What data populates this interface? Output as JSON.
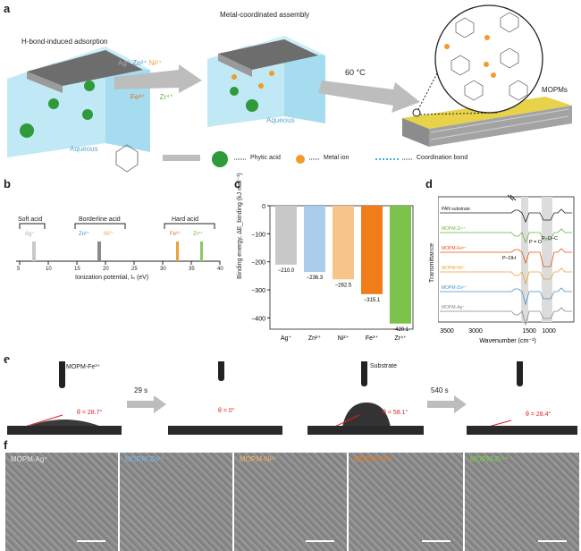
{
  "panel_a": {
    "label": "a",
    "step1_title": "H-bond-induced adsorption",
    "step2_title": "Metal-coordinated assembly",
    "aqueous_1": "Aqueous",
    "aqueous_2": "Aqueous",
    "ions_top": [
      "Ag⁺",
      "Zn²⁺",
      "Ni²⁺"
    ],
    "ions_bottom": [
      "Fe³⁺",
      "Zr⁴⁺"
    ],
    "ion_colors": {
      "Ag⁺": "#a9a9a9",
      "Zn²⁺": "#4a90c8",
      "Ni²⁺": "#e8a33a",
      "Fe³⁺": "#e66a1c",
      "Zr⁴⁺": "#6cb33f"
    },
    "temperature": "60 °C",
    "product_label": "MOPMs",
    "legend": {
      "phytic_acid": "Phytic acid",
      "metal_ion": "Metal ion",
      "coordination_bond": "Coordination bond"
    },
    "colors": {
      "box": "#a8e0f0",
      "arrow": "#b8b8b8",
      "phytic": "#2e9a3a",
      "metal": "#f39a2d",
      "membrane": "#e8d24a"
    }
  },
  "panel_b": {
    "label": "b",
    "groups": [
      "Soft acid",
      "Borderline acid",
      "Hard acid"
    ],
    "ions": [
      "Ag⁺",
      "Zn²⁺",
      "Ni²⁺",
      "Fe³⁺",
      "Zr⁴⁺"
    ],
    "ticks": [
      "5",
      "10",
      "15",
      "20",
      "25",
      "30",
      "35",
      "40"
    ],
    "xlabel": "Ionization potential, Iₙ (eV)"
  },
  "chart_data": [
    {
      "type": "bar",
      "panel": "c",
      "categories": [
        "Ag⁺",
        "Zn²⁺",
        "Ni²⁺",
        "Fe³⁺",
        "Zr⁴⁺"
      ],
      "values": [
        -210.0,
        -236.3,
        -262.5,
        -315.1,
        -420.1
      ],
      "value_labels": [
        "−210.0",
        "−236.3",
        "−262.5",
        "−315.1",
        "−420.1"
      ],
      "colors": [
        "#c8c8c8",
        "#a9cdea",
        "#f7c48a",
        "#f07c1a",
        "#7cc24a"
      ],
      "ylabel": "Binding energy, ΔE_binding (kJ mol⁻¹)",
      "ylim": [
        -440,
        0
      ],
      "yticks": [
        "0",
        "−100",
        "−200",
        "−300",
        "−400"
      ]
    },
    {
      "type": "line",
      "panel": "d",
      "xlabel": "Wavenumber (cm⁻¹)",
      "ylabel": "Transmittance",
      "xticks": [
        "3500",
        "3000",
        "1500",
        "1000"
      ],
      "series": [
        {
          "name": "PAN substrate",
          "color": "#222222"
        },
        {
          "name": "MOPM-Zr⁴⁺",
          "color": "#6cb33f"
        },
        {
          "name": "MOPM-Fe³⁺",
          "color": "#e8541a"
        },
        {
          "name": "MOPM-Ni²⁺",
          "color": "#e8a33a"
        },
        {
          "name": "MOPM-Zn²⁺",
          "color": "#4a90c8"
        },
        {
          "name": "MOPM-Ag⁺",
          "color": "#888888"
        }
      ],
      "annotations": [
        "P–OH",
        "P = O",
        "P–O–C"
      ]
    }
  ],
  "panel_c_label": "c",
  "panel_d_label": "d",
  "panel_e": {
    "label": "e",
    "sample1": "MOPM-Fe³⁺",
    "time1": "29 s",
    "angle1a": "θ = 28.7°",
    "angle1b": "θ = 0°",
    "sample2": "Substrate",
    "time2": "540 s",
    "angle2a": "θ = 58.1°",
    "angle2b": "θ = 28.4°"
  },
  "panel_f": {
    "label": "f",
    "images": [
      "MOPM-Ag⁺",
      "MOPM-Zn²⁺",
      "MOPM-Ni²⁺",
      "MOPM-Fe³⁺",
      "MOPM-Zr⁴⁺"
    ],
    "caption_colors": [
      "#e6e6e6",
      "#7fb8e8",
      "#f4b56a",
      "#f07c1a",
      "#7cd24a"
    ]
  }
}
